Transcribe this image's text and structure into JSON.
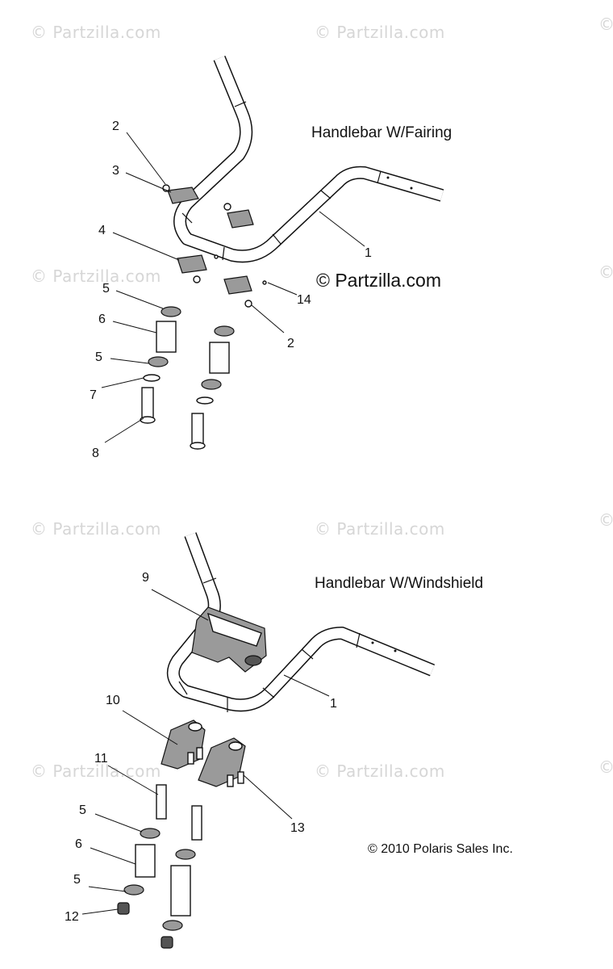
{
  "watermarks": [
    "© Partzilla.com",
    "© Partzilla.com",
    "©",
    "© Partzilla.com",
    "©",
    "© Partzilla.com",
    "© Partzilla.com",
    "©",
    "© Partzilla.com",
    "© Partzilla.com",
    "©"
  ],
  "top_caption": "Handlebar W/Fairing",
  "brand_stamp": "© Partzilla.com",
  "bottom_caption": "Handlebar W/Windshield",
  "copyright": "© 2010 Polaris Sales Inc.",
  "callouts_top": [
    "2",
    "3",
    "1",
    "4",
    "14",
    "5",
    "6",
    "2",
    "5",
    "7",
    "8"
  ],
  "callouts_bottom": [
    "9",
    "1",
    "10",
    "11",
    "5",
    "13",
    "6",
    "5",
    "12"
  ]
}
